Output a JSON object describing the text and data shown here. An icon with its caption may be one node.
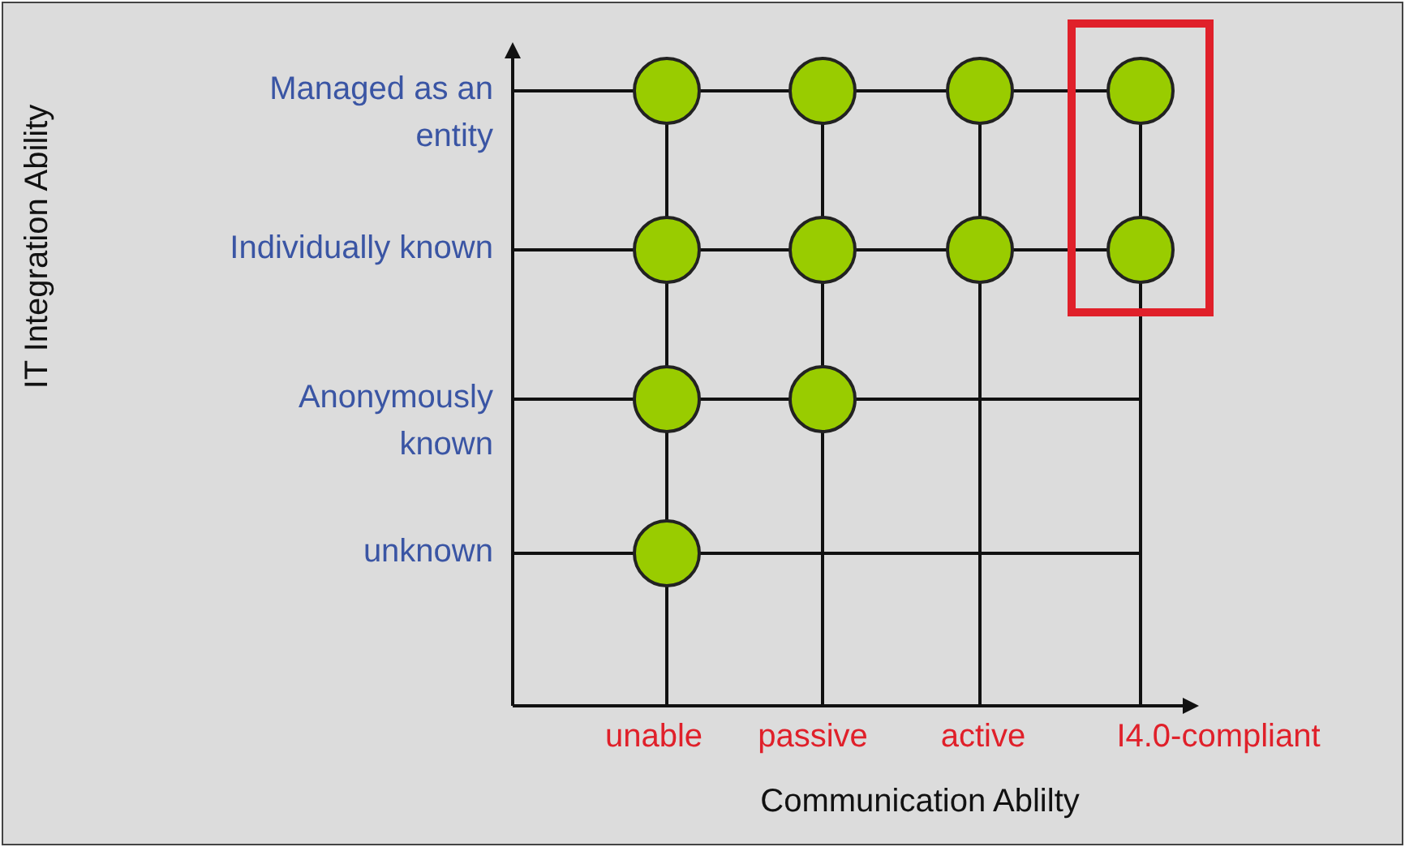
{
  "diagram": {
    "nodes": [
      {
        "text": [],
        "shape": "box"
      },
      {
        "text": [],
        "shape": "circle"
      },
      {
        "text": [],
        "shape": "circle"
      },
      {
        "text": [],
        "shape": "circle"
      },
      {
        "text": [],
        "shape": "circle",
        "in": 0
      },
      {
        "text": [],
        "shape": "circle"
      },
      {
        "text": [],
        "shape": "circle"
      },
      {
        "text": [],
        "shape": "circle"
      },
      {
        "text": [],
        "shape": "circle",
        "in": 0
      },
      {
        "text": [],
        "shape": "circle"
      },
      {
        "text": [],
        "shape": "circle"
      },
      {
        "text": [],
        "shape": "circle"
      }
    ],
    "edges": [],
    "labels": [
      "Managed as an entity",
      "Individually known",
      "Anonymously known",
      "unknown",
      "IT Integration Ability",
      "unable",
      "passive",
      "active",
      "I4.0-compliant",
      "Communication Ablilty"
    ]
  }
}
